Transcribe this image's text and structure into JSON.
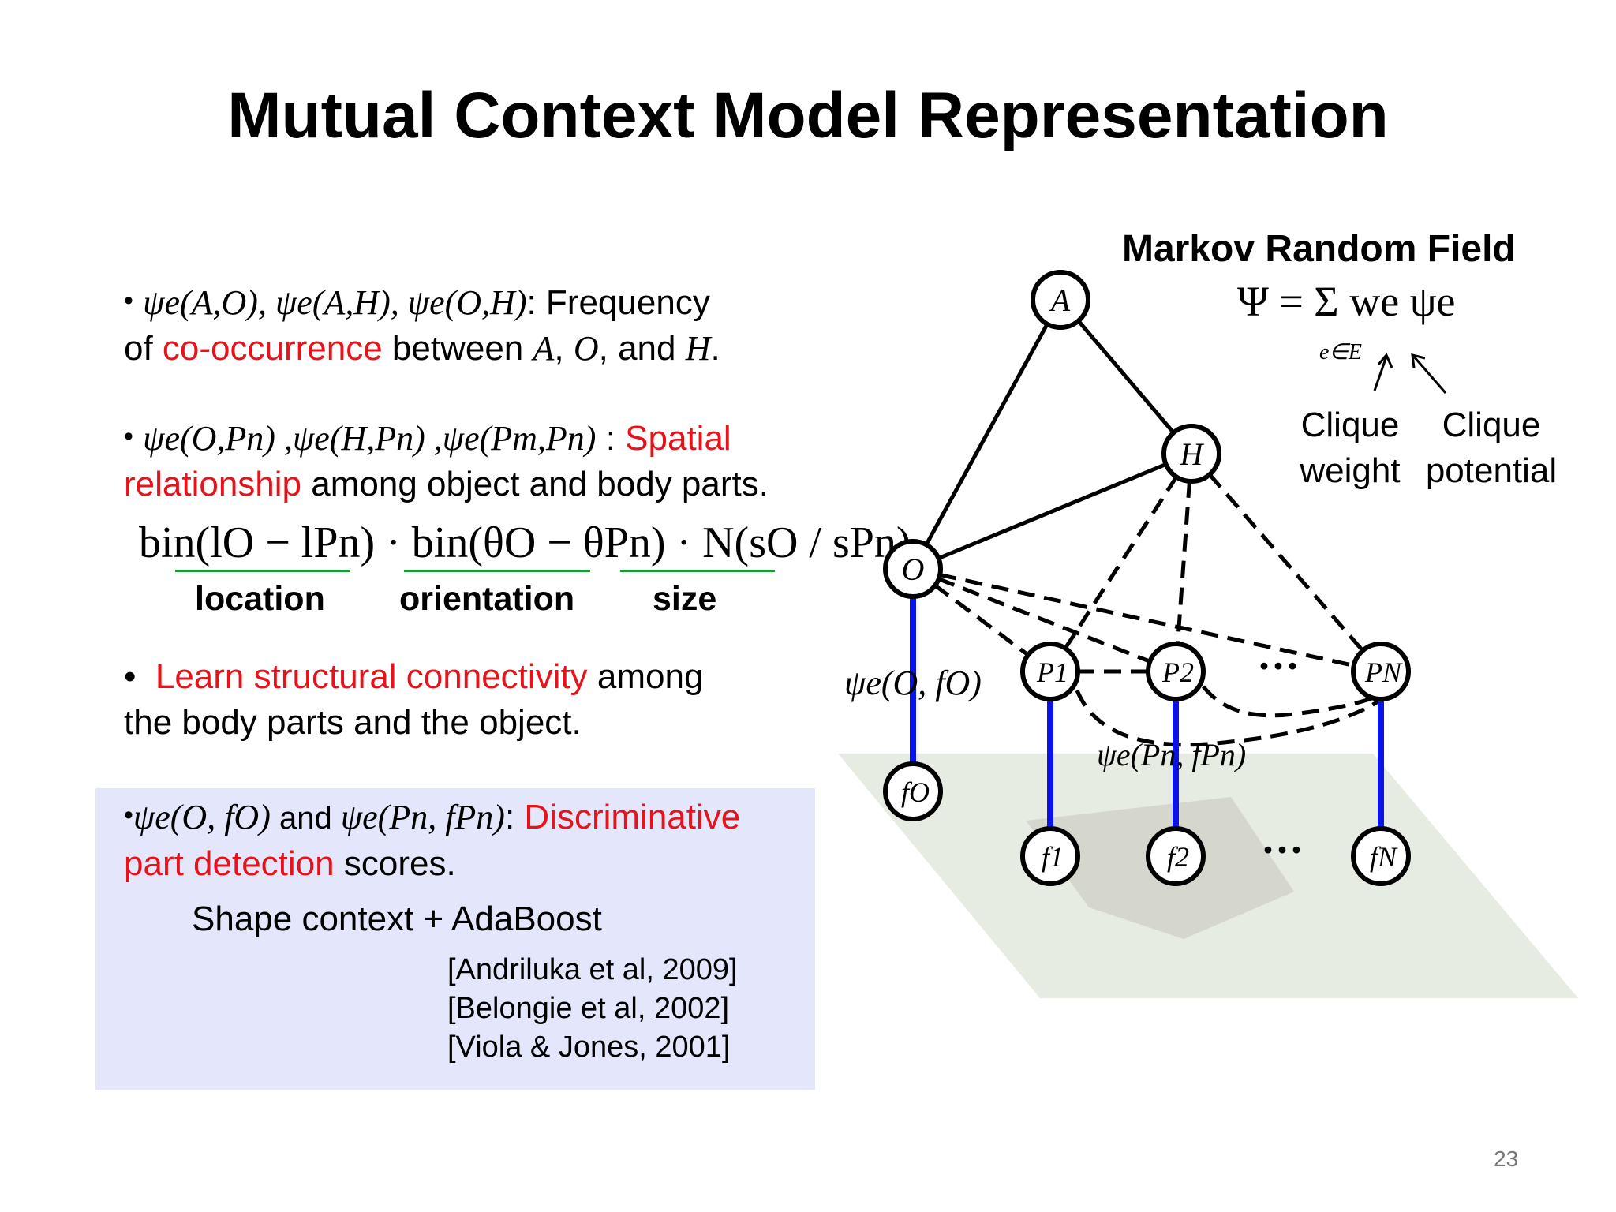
{
  "slide": {
    "title": "Mutual Context Model Representation",
    "page_number": "23"
  },
  "bullets": {
    "b1": {
      "math": "ψe(A,O), ψe(A,H), ψe(O,H)",
      "text_a": ": Frequency",
      "text_b": "of ",
      "red": "co-occurrence",
      "text_c": " between ",
      "var_a": "A",
      "sep1": ", ",
      "var_o": "O",
      "sep2": ", and ",
      "var_h": "H",
      "end": "."
    },
    "b2": {
      "math": "ψe(O,Pn) ,ψe(H,Pn) ,ψe(Pm,Pn)",
      "sep": " : ",
      "red_a": "Spatial",
      "red_b": "relationship",
      "text": " among object and body parts."
    },
    "formula": {
      "text": "bin(lO − lPn) · bin(θO − θPn) · N(sO / sPn)",
      "labels": [
        "location",
        "orientation",
        "size"
      ]
    },
    "b3": {
      "dot": "•",
      "red": "Learn structural connectivity",
      "text_a": " among",
      "text_b": "the body parts and the object."
    },
    "b4": {
      "math_a": "ψe(O, fO)",
      "and": " and ",
      "math_b": "ψe(Pn, fPn)",
      "colon": ": ",
      "red_a": "Discriminative",
      "red_b": "part detection",
      "text": " scores.",
      "method": "Shape context + AdaBoost",
      "refs": [
        "[Andriluka et al, 2009]",
        "[Belongie et al, 2002]",
        "[Viola & Jones, 2001]"
      ]
    }
  },
  "mrf": {
    "title": "Markov Random Field",
    "equation": "Ψ = Σ we ψe",
    "sum_sub": "e∈E",
    "clique_weight": [
      "Clique",
      "weight"
    ],
    "clique_potential": [
      "Clique",
      "potential"
    ],
    "nodes": {
      "A": "A",
      "H": "H",
      "O": "O",
      "P1": "P1",
      "P2": "P2",
      "PN": "PN",
      "fO": "fO",
      "f1": "f1",
      "f2": "f2",
      "fN": "fN"
    },
    "edge_label_o": "ψe(O, fO)",
    "edge_label_p": "ψe(Pn, fPn)",
    "ellipsis_top": "···",
    "ellipsis_bottom": "···",
    "colors": {
      "detector_edge": "#0b14e6",
      "red_text": "#e6131a",
      "box": "#e4e6fb",
      "underline": "#1e9a3a"
    }
  }
}
